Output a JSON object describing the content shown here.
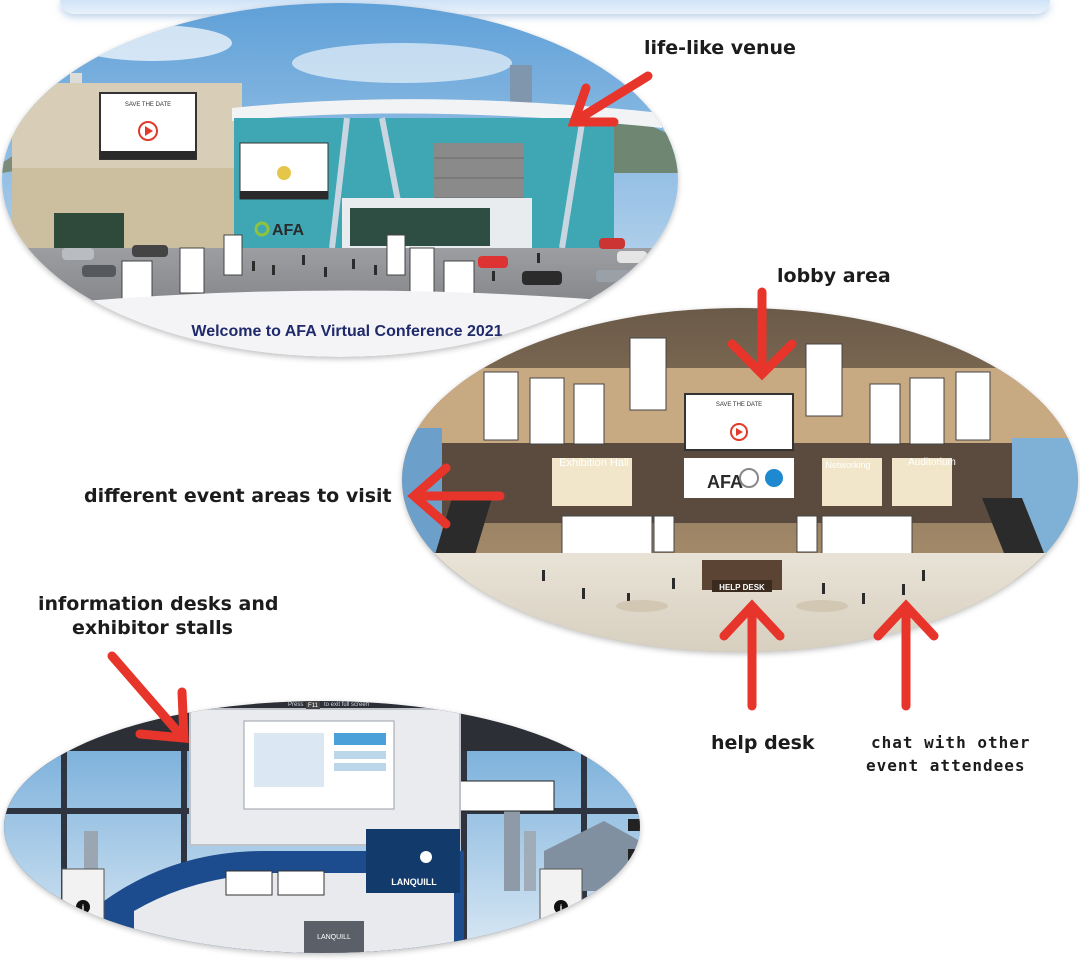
{
  "venue": {
    "welcome_text": "Welcome to AFA Virtual Conference 2021",
    "billboard_title": "SAVE THE DATE",
    "logo_text": "AFA",
    "sign_text": "SAVE THE DATE"
  },
  "lobby": {
    "hall_labels": {
      "exhibition": "Exhibition Hall",
      "networking": "Networking",
      "auditorium": "Auditorium"
    },
    "help_desk_sign": "HELP DESK",
    "center_logo": "AFA",
    "banner_title": "SAVE THE DATE"
  },
  "booth": {
    "screen_hint_prefix": "Press",
    "screen_hint_key": "F11",
    "screen_hint_suffix": "to exit full screen",
    "brand": "LANQUILL"
  },
  "annotations": {
    "venue": "life-like venue",
    "lobby": "lobby area",
    "event_areas": "different event areas to visit",
    "info_desks_line1": "information desks and",
    "info_desks_line2": "exhibitor stalls",
    "help_desk": "help desk",
    "chat_line1": "chat with other",
    "chat_line2": "event attendees"
  },
  "colors": {
    "arrow": "#e8352b",
    "building_teal": "#3ea7b3",
    "welcome_text": "#1f2a6b"
  }
}
